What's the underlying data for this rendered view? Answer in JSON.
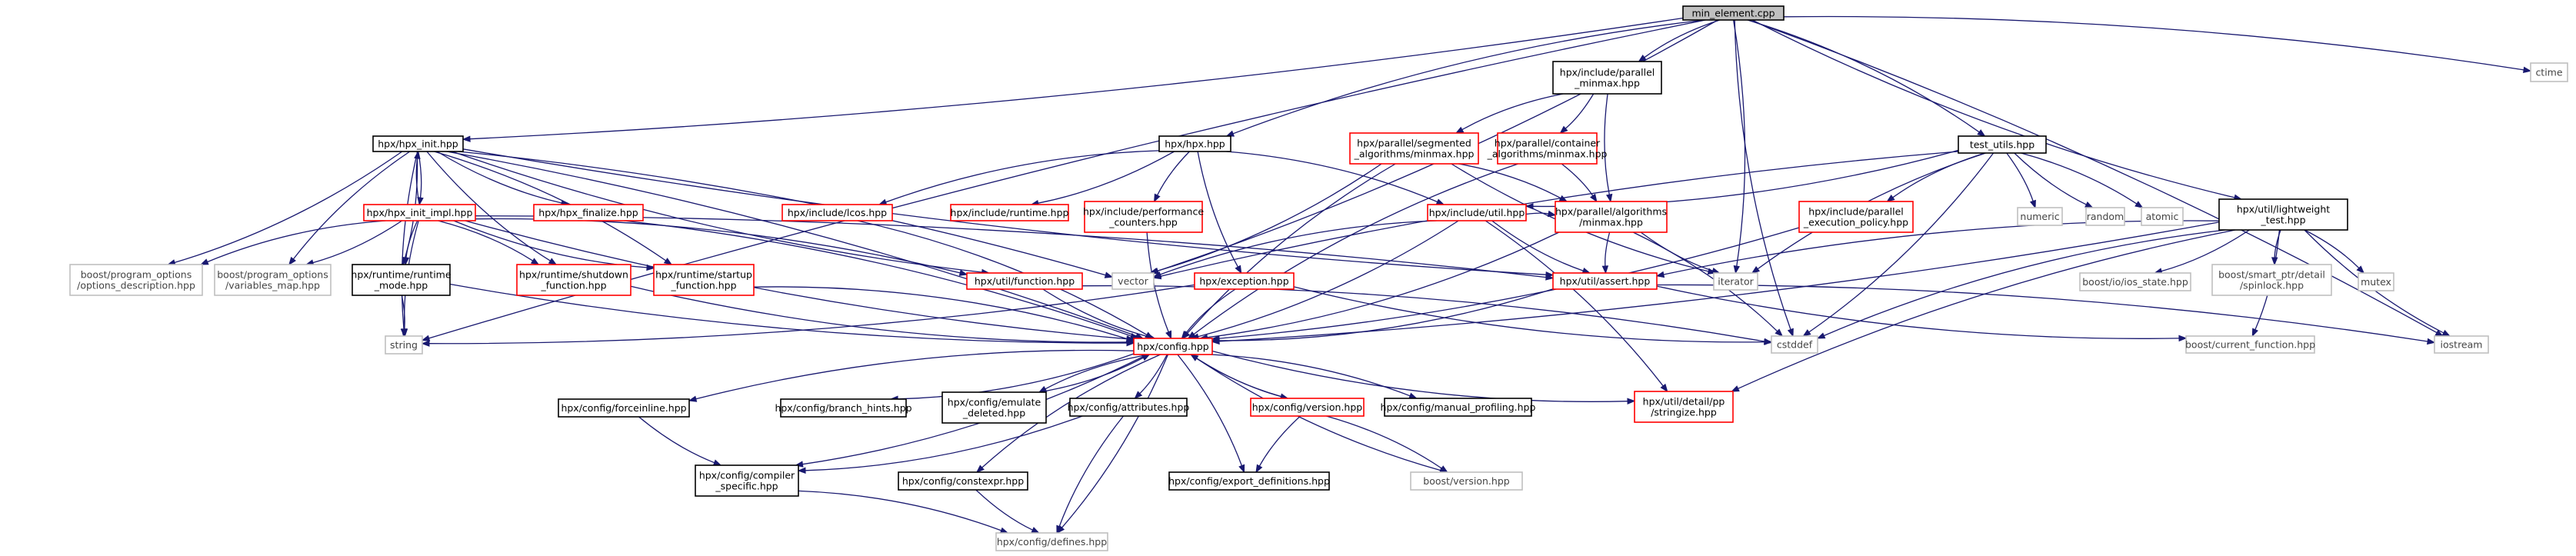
{
  "nodes": [
    {
      "id": "root",
      "style": "root",
      "lines": [
        "min_element.cpp"
      ]
    },
    {
      "id": "ctime",
      "style": "grey",
      "lines": [
        "ctime"
      ]
    },
    {
      "id": "parallel_minmax",
      "style": "black",
      "lines": [
        "hpx/include/parallel",
        "_minmax.hpp"
      ]
    },
    {
      "id": "hpx_init",
      "style": "black",
      "lines": [
        "hpx/hpx_init.hpp"
      ]
    },
    {
      "id": "hpx_hpp",
      "style": "black",
      "lines": [
        "hpx/hpx.hpp"
      ]
    },
    {
      "id": "seg_minmax",
      "style": "red",
      "lines": [
        "hpx/parallel/segmented",
        "_algorithms/minmax.hpp"
      ]
    },
    {
      "id": "cont_minmax",
      "style": "red",
      "lines": [
        "hpx/parallel/container",
        "_algorithms/minmax.hpp"
      ]
    },
    {
      "id": "test_utils",
      "style": "black",
      "lines": [
        "test_utils.hpp"
      ]
    },
    {
      "id": "lightweight",
      "style": "black",
      "lines": [
        "hpx/util/lightweight",
        "_test.hpp"
      ]
    },
    {
      "id": "hpx_init_impl",
      "style": "red",
      "lines": [
        "hpx/hpx_init_impl.hpp"
      ]
    },
    {
      "id": "hpx_finalize",
      "style": "red",
      "lines": [
        "hpx/hpx_finalize.hpp"
      ]
    },
    {
      "id": "lcos",
      "style": "red",
      "lines": [
        "hpx/include/lcos.hpp"
      ]
    },
    {
      "id": "include_runtime",
      "style": "red",
      "lines": [
        "hpx/include/runtime.hpp"
      ]
    },
    {
      "id": "perf_counters",
      "style": "red",
      "lines": [
        "hpx/include/performance",
        "_counters.hpp"
      ]
    },
    {
      "id": "include_util",
      "style": "red",
      "lines": [
        "hpx/include/util.hpp"
      ]
    },
    {
      "id": "alg_minmax",
      "style": "red",
      "lines": [
        "hpx/parallel/algorithms",
        "/minmax.hpp"
      ]
    },
    {
      "id": "exec_policy",
      "style": "red",
      "lines": [
        "hpx/include/parallel",
        "_execution_policy.hpp"
      ]
    },
    {
      "id": "numeric",
      "style": "grey",
      "lines": [
        "numeric"
      ]
    },
    {
      "id": "random",
      "style": "grey",
      "lines": [
        "random"
      ]
    },
    {
      "id": "atomic",
      "style": "grey",
      "lines": [
        "atomic"
      ]
    },
    {
      "id": "po_desc",
      "style": "grey",
      "lines": [
        "boost/program_options",
        "/options_description.hpp"
      ]
    },
    {
      "id": "po_varmap",
      "style": "grey",
      "lines": [
        "boost/program_options",
        "/variables_map.hpp"
      ]
    },
    {
      "id": "runtime_mode",
      "style": "black",
      "lines": [
        "hpx/runtime/runtime",
        "_mode.hpp"
      ]
    },
    {
      "id": "shutdown",
      "style": "red",
      "lines": [
        "hpx/runtime/shutdown",
        "_function.hpp"
      ]
    },
    {
      "id": "startup",
      "style": "red",
      "lines": [
        "hpx/runtime/startup",
        "_function.hpp"
      ]
    },
    {
      "id": "util_function",
      "style": "red",
      "lines": [
        "hpx/util/function.hpp"
      ]
    },
    {
      "id": "vector",
      "style": "grey",
      "lines": [
        "vector"
      ]
    },
    {
      "id": "exception",
      "style": "red",
      "lines": [
        "hpx/exception.hpp"
      ]
    },
    {
      "id": "assert",
      "style": "red",
      "lines": [
        "hpx/util/assert.hpp"
      ]
    },
    {
      "id": "iterator",
      "style": "grey",
      "lines": [
        "iterator"
      ]
    },
    {
      "id": "ios_state",
      "style": "grey",
      "lines": [
        "boost/io/ios_state.hpp"
      ]
    },
    {
      "id": "spinlock",
      "style": "grey",
      "lines": [
        "boost/smart_ptr/detail",
        "/spinlock.hpp"
      ]
    },
    {
      "id": "mutex",
      "style": "grey",
      "lines": [
        "mutex"
      ]
    },
    {
      "id": "string",
      "style": "grey",
      "lines": [
        "string"
      ]
    },
    {
      "id": "config",
      "style": "red",
      "lines": [
        "hpx/config.hpp"
      ]
    },
    {
      "id": "cstddef",
      "style": "grey",
      "lines": [
        "cstddef"
      ]
    },
    {
      "id": "iostream",
      "style": "grey",
      "lines": [
        "iostream"
      ]
    },
    {
      "id": "current_function",
      "style": "grey",
      "lines": [
        "boost/current_function.hpp"
      ]
    },
    {
      "id": "forceinline",
      "style": "black",
      "lines": [
        "hpx/config/forceinline.hpp"
      ]
    },
    {
      "id": "branch_hints",
      "style": "black",
      "lines": [
        "hpx/config/branch_hints.hpp"
      ]
    },
    {
      "id": "emulate_deleted",
      "style": "black",
      "lines": [
        "hpx/config/emulate",
        "_deleted.hpp"
      ]
    },
    {
      "id": "attributes",
      "style": "black",
      "lines": [
        "hpx/config/attributes.hpp"
      ]
    },
    {
      "id": "config_version",
      "style": "red",
      "lines": [
        "hpx/config/version.hpp"
      ]
    },
    {
      "id": "manual_profiling",
      "style": "black",
      "lines": [
        "hpx/config/manual_profiling.hpp"
      ]
    },
    {
      "id": "stringize",
      "style": "red",
      "lines": [
        "hpx/util/detail/pp",
        "/stringize.hpp"
      ]
    },
    {
      "id": "compiler_specific",
      "style": "black",
      "lines": [
        "hpx/config/compiler",
        "_specific.hpp"
      ]
    },
    {
      "id": "constexpr",
      "style": "black",
      "lines": [
        "hpx/config/constexpr.hpp"
      ]
    },
    {
      "id": "export_definitions",
      "style": "black",
      "lines": [
        "hpx/config/export_definitions.hpp"
      ]
    },
    {
      "id": "boost_version",
      "style": "grey",
      "lines": [
        "boost/version.hpp"
      ]
    },
    {
      "id": "defines",
      "style": "grey",
      "lines": [
        "hpx/config/defines.hpp"
      ]
    }
  ],
  "edges": [
    [
      "root",
      "ctime"
    ],
    [
      "root",
      "parallel_minmax"
    ],
    [
      "root",
      "hpx_init"
    ],
    [
      "root",
      "hpx_hpp"
    ],
    [
      "root",
      "test_utils"
    ],
    [
      "root",
      "lightweight"
    ],
    [
      "root",
      "iterator"
    ],
    [
      "root",
      "cstddef"
    ],
    [
      "root",
      "iostream"
    ],
    [
      "root",
      "string"
    ],
    [
      "root",
      "vector"
    ],
    [
      "parallel_minmax",
      "seg_minmax"
    ],
    [
      "parallel_minmax",
      "cont_minmax"
    ],
    [
      "parallel_minmax",
      "alg_minmax"
    ],
    [
      "hpx_init",
      "hpx_init_impl"
    ],
    [
      "hpx_init",
      "hpx_finalize"
    ],
    [
      "hpx_init",
      "po_desc"
    ],
    [
      "hpx_init",
      "po_varmap"
    ],
    [
      "hpx_init",
      "runtime_mode"
    ],
    [
      "hpx_init",
      "shutdown"
    ],
    [
      "hpx_init",
      "startup"
    ],
    [
      "hpx_init",
      "util_function"
    ],
    [
      "hpx_init",
      "vector"
    ],
    [
      "hpx_init",
      "string"
    ],
    [
      "hpx_init",
      "config"
    ],
    [
      "hpx_init",
      "assert"
    ],
    [
      "hpx_init_impl",
      "hpx_init"
    ],
    [
      "hpx_init_impl",
      "po_desc"
    ],
    [
      "hpx_init_impl",
      "po_varmap"
    ],
    [
      "hpx_init_impl",
      "runtime_mode"
    ],
    [
      "hpx_init_impl",
      "shutdown"
    ],
    [
      "hpx_init_impl",
      "startup"
    ],
    [
      "hpx_init_impl",
      "util_function"
    ],
    [
      "hpx_init_impl",
      "string"
    ],
    [
      "hpx_init_impl",
      "assert"
    ],
    [
      "hpx_init_impl",
      "config"
    ],
    [
      "hpx_finalize",
      "config"
    ],
    [
      "hpx_hpp",
      "lcos"
    ],
    [
      "hpx_hpp",
      "include_runtime"
    ],
    [
      "hpx_hpp",
      "perf_counters"
    ],
    [
      "hpx_hpp",
      "include_util"
    ],
    [
      "hpx_hpp",
      "exception"
    ],
    [
      "lcos",
      "config"
    ],
    [
      "perf_counters",
      "config"
    ],
    [
      "seg_minmax",
      "alg_minmax"
    ],
    [
      "seg_minmax",
      "config"
    ],
    [
      "seg_minmax",
      "vector"
    ],
    [
      "seg_minmax",
      "iterator"
    ],
    [
      "cont_minmax",
      "alg_minmax"
    ],
    [
      "cont_minmax",
      "config"
    ],
    [
      "test_utils",
      "include_util"
    ],
    [
      "test_utils",
      "exec_policy"
    ],
    [
      "test_utils",
      "numeric"
    ],
    [
      "test_utils",
      "random"
    ],
    [
      "test_utils",
      "atomic"
    ],
    [
      "test_utils",
      "iterator"
    ],
    [
      "test_utils",
      "cstddef"
    ],
    [
      "test_utils",
      "vector"
    ],
    [
      "exec_policy",
      "config"
    ],
    [
      "lightweight",
      "assert"
    ],
    [
      "lightweight",
      "ios_state"
    ],
    [
      "lightweight",
      "spinlock"
    ],
    [
      "lightweight",
      "mutex"
    ],
    [
      "lightweight",
      "iostream"
    ],
    [
      "lightweight",
      "current_function"
    ],
    [
      "lightweight",
      "cstddef"
    ],
    [
      "lightweight",
      "config"
    ],
    [
      "lightweight",
      "stringize"
    ],
    [
      "include_util",
      "alg_minmax"
    ],
    [
      "include_util",
      "assert"
    ],
    [
      "include_util",
      "config"
    ],
    [
      "include_util",
      "vector"
    ],
    [
      "include_util",
      "stringize"
    ],
    [
      "alg_minmax",
      "assert"
    ],
    [
      "alg_minmax",
      "config"
    ],
    [
      "alg_minmax",
      "iterator"
    ],
    [
      "alg_minmax",
      "cstddef"
    ],
    [
      "runtime_mode",
      "config"
    ],
    [
      "runtime_mode",
      "string"
    ],
    [
      "shutdown",
      "config"
    ],
    [
      "startup",
      "config"
    ],
    [
      "util_function",
      "config"
    ],
    [
      "util_function",
      "cstddef"
    ],
    [
      "exception",
      "config"
    ],
    [
      "exception",
      "string"
    ],
    [
      "exception",
      "cstddef"
    ],
    [
      "assert",
      "config"
    ],
    [
      "assert",
      "current_function"
    ],
    [
      "assert",
      "iostream"
    ],
    [
      "config",
      "forceinline"
    ],
    [
      "config",
      "branch_hints"
    ],
    [
      "config",
      "emulate_deleted"
    ],
    [
      "config",
      "attributes"
    ],
    [
      "config",
      "config_version"
    ],
    [
      "config",
      "manual_profiling"
    ],
    [
      "config",
      "stringize"
    ],
    [
      "config",
      "compiler_specific"
    ],
    [
      "config",
      "constexpr"
    ],
    [
      "config",
      "export_definitions"
    ],
    [
      "config",
      "boost_version"
    ],
    [
      "config",
      "defines"
    ],
    [
      "emulate_deleted",
      "config"
    ],
    [
      "config_version",
      "config"
    ],
    [
      "config_version",
      "export_definitions"
    ],
    [
      "config_version",
      "boost_version"
    ],
    [
      "forceinline",
      "compiler_specific"
    ],
    [
      "attributes",
      "compiler_specific"
    ],
    [
      "attributes",
      "defines"
    ],
    [
      "compiler_specific",
      "defines"
    ],
    [
      "constexpr",
      "defines"
    ]
  ]
}
